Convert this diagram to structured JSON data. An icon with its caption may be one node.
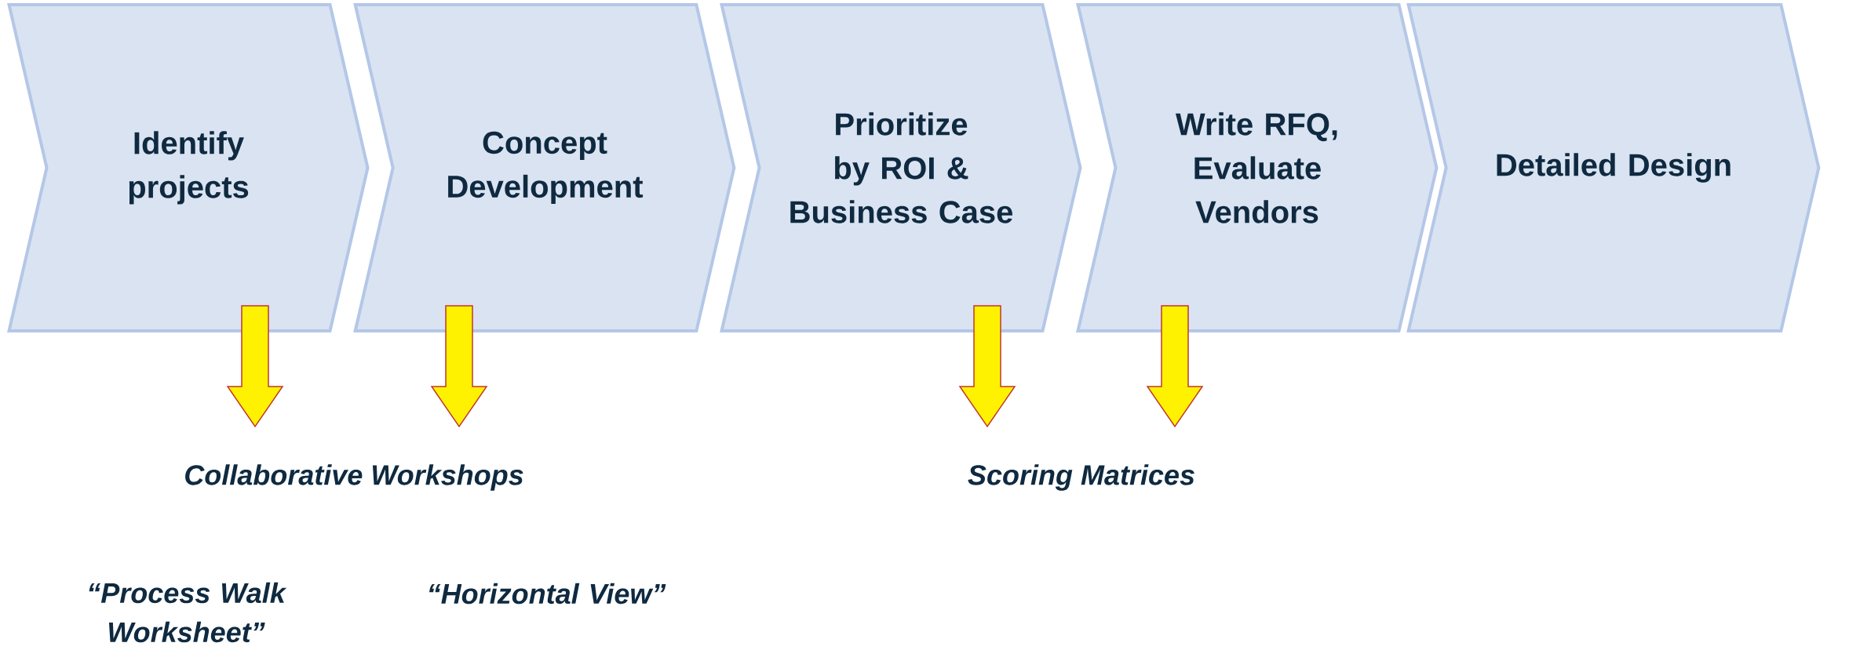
{
  "diagram": {
    "nodes": [
      {
        "text": [
          "Identify projects"
        ]
      },
      {
        "text": [
          "Concept Development"
        ]
      },
      {
        "text": [
          "Prioritize by ROI & Business Case"
        ]
      },
      {
        "text": [
          "Write RFQ, Evaluate Vendors"
        ]
      },
      {
        "text": [
          "Detailed Design"
        ]
      },
      {
        "text": [
          "Collaborative Workshops"
        ]
      },
      {
        "text": [
          "Scoring Matrices"
        ]
      }
    ],
    "edges": [
      {
        "from": 0,
        "to": 5,
        "arrow": "to"
      },
      {
        "from": 1,
        "to": 5,
        "arrow": "to"
      },
      {
        "from": 2,
        "to": 6,
        "arrow": "to"
      },
      {
        "from": 3,
        "to": 6,
        "arrow": "to"
      }
    ],
    "labels": [
      "“Process Walk Worksheet”",
      "“Horizontal View”"
    ]
  }
}
